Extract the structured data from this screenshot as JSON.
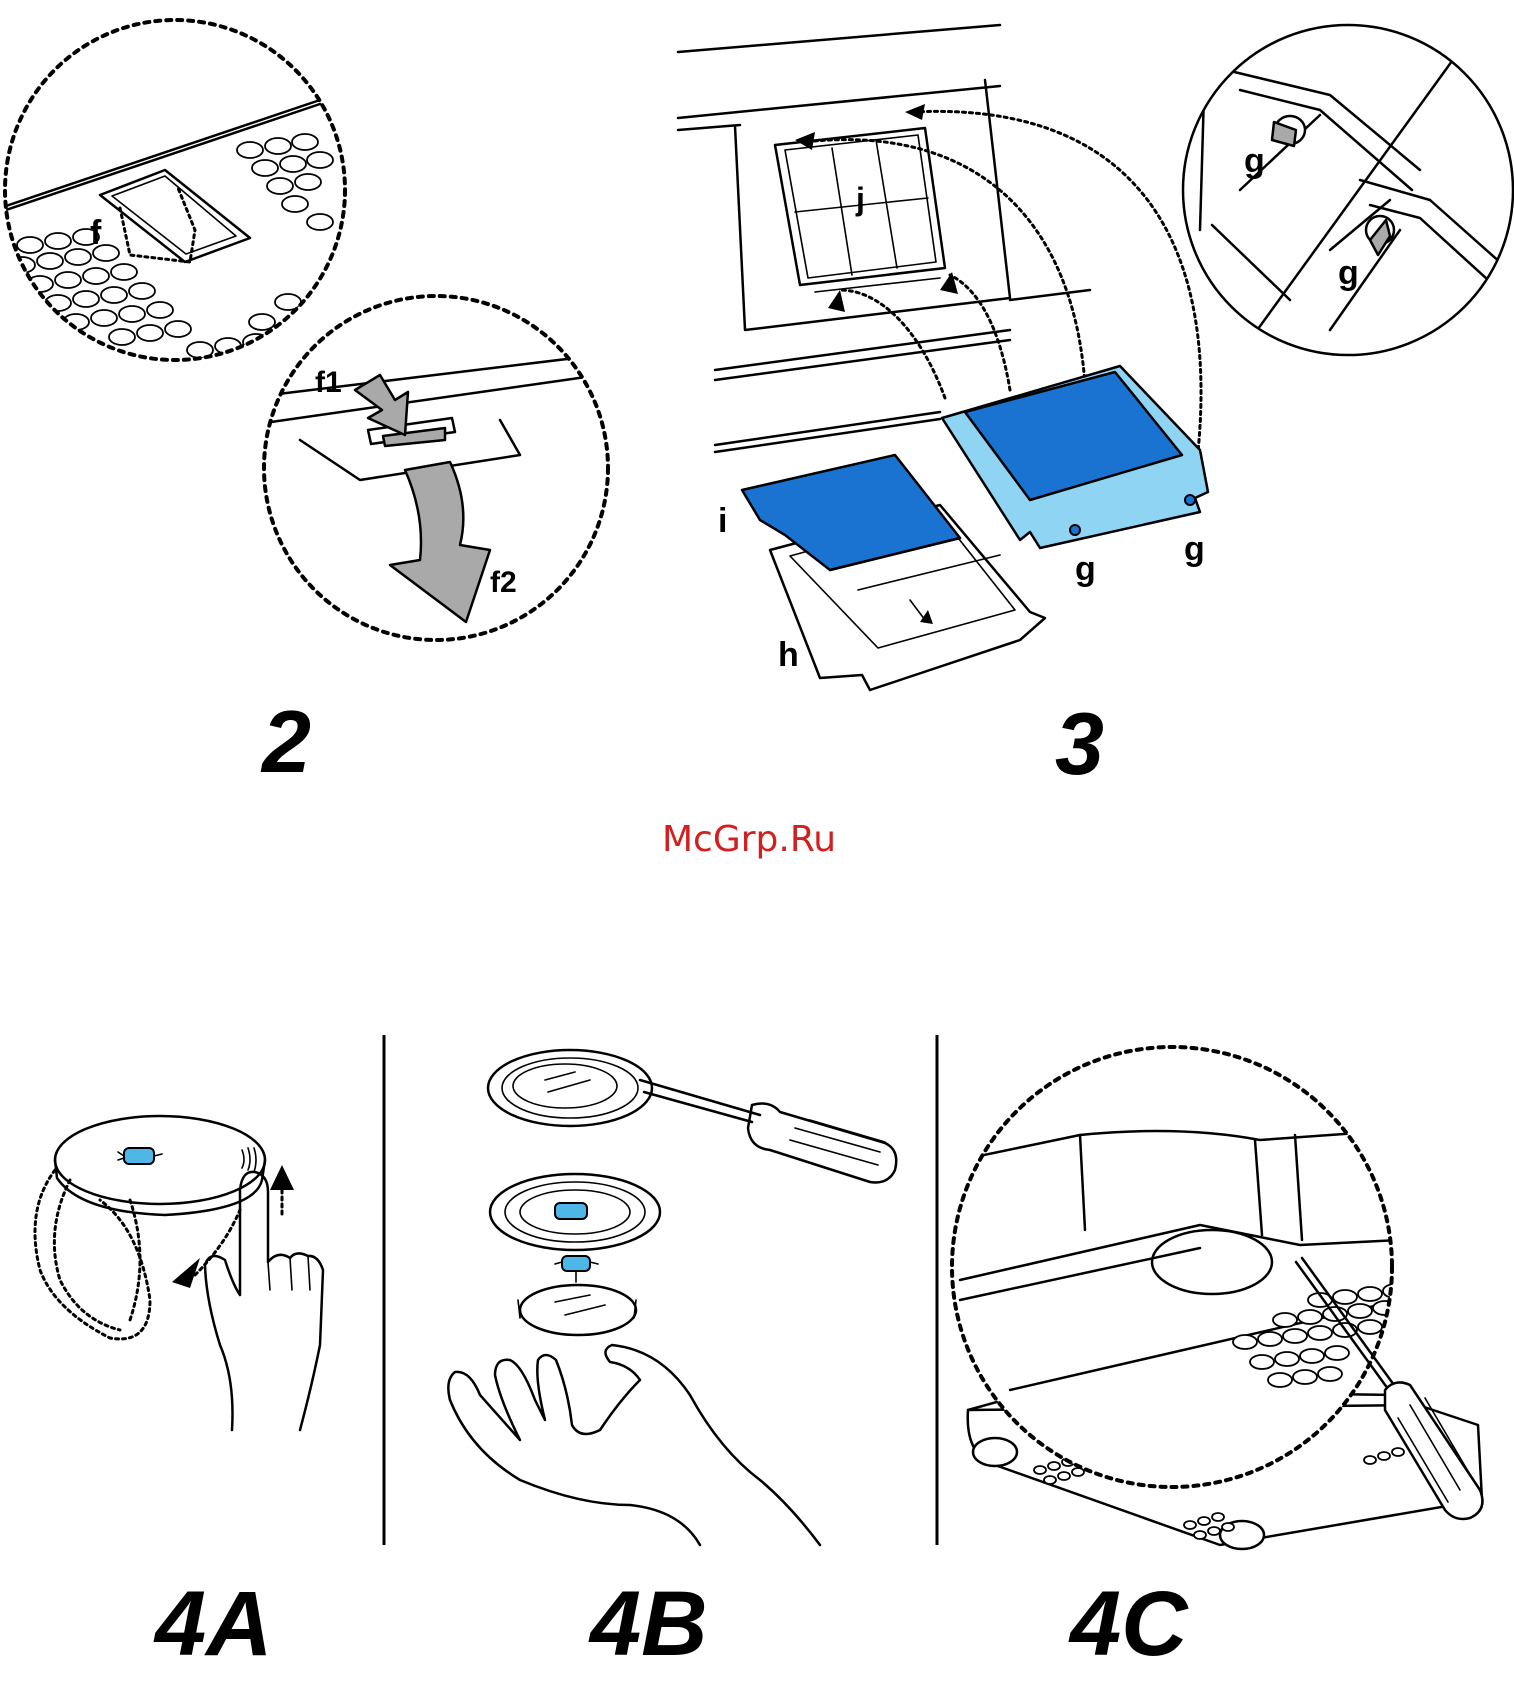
{
  "steps": {
    "step2": {
      "number": "2",
      "labels": {
        "f": "f",
        "f1": "f1",
        "f2": "f2"
      }
    },
    "step3": {
      "number": "3",
      "labels": {
        "i": "i",
        "j": "j",
        "h": "h",
        "g": "g"
      }
    },
    "step4a": {
      "number": "4A"
    },
    "step4b": {
      "number": "4B"
    },
    "step4c": {
      "number": "4C"
    }
  },
  "watermark": "McGrp.Ru",
  "colors": {
    "filter_blue": "#1a73d0",
    "frame_light_blue": "#8fd4f2",
    "bulb_blue": "#4fb6e8",
    "arrow_grey": "#a9a9a9",
    "watermark_red": "#d21f1f"
  }
}
